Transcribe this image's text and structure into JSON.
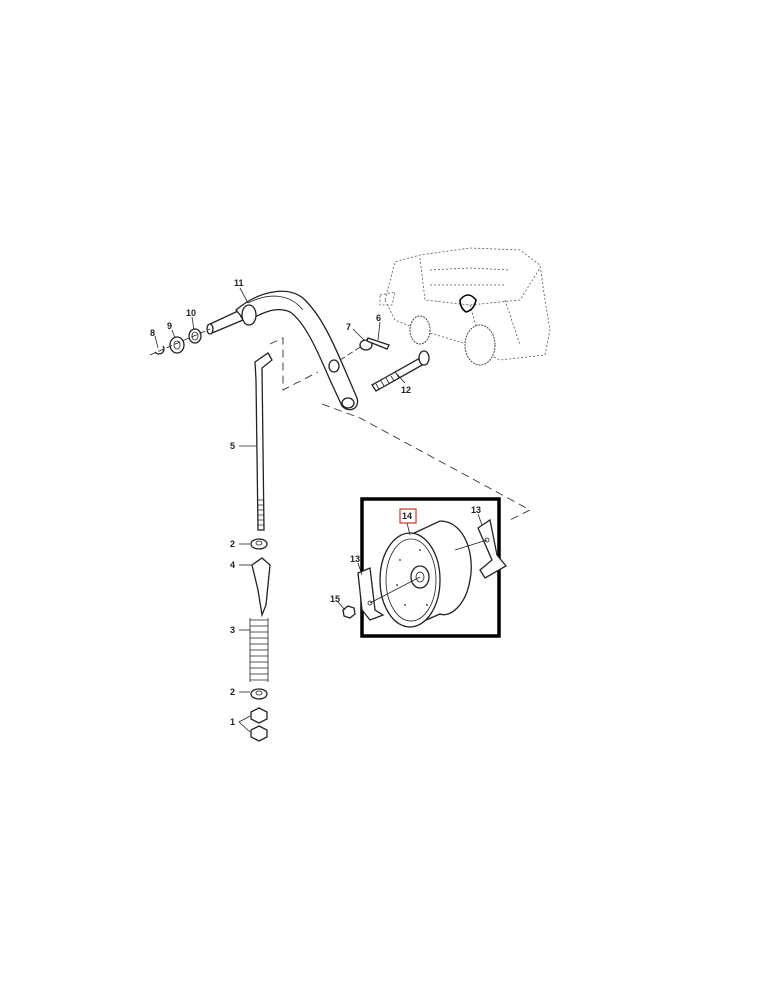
{
  "diagram": {
    "highlight_color": "#c0392b",
    "frame_color": "#000000",
    "callouts": {
      "c1": "1",
      "c2a": "2",
      "c2b": "2",
      "c3": "3",
      "c4": "4",
      "c5": "5",
      "c6": "6",
      "c7": "7",
      "c8": "8",
      "c9": "9",
      "c10": "10",
      "c11": "11",
      "c12": "12",
      "c13a": "13",
      "c13b": "13",
      "c14": "14",
      "c15": "15"
    },
    "highlighted_part": "14"
  }
}
